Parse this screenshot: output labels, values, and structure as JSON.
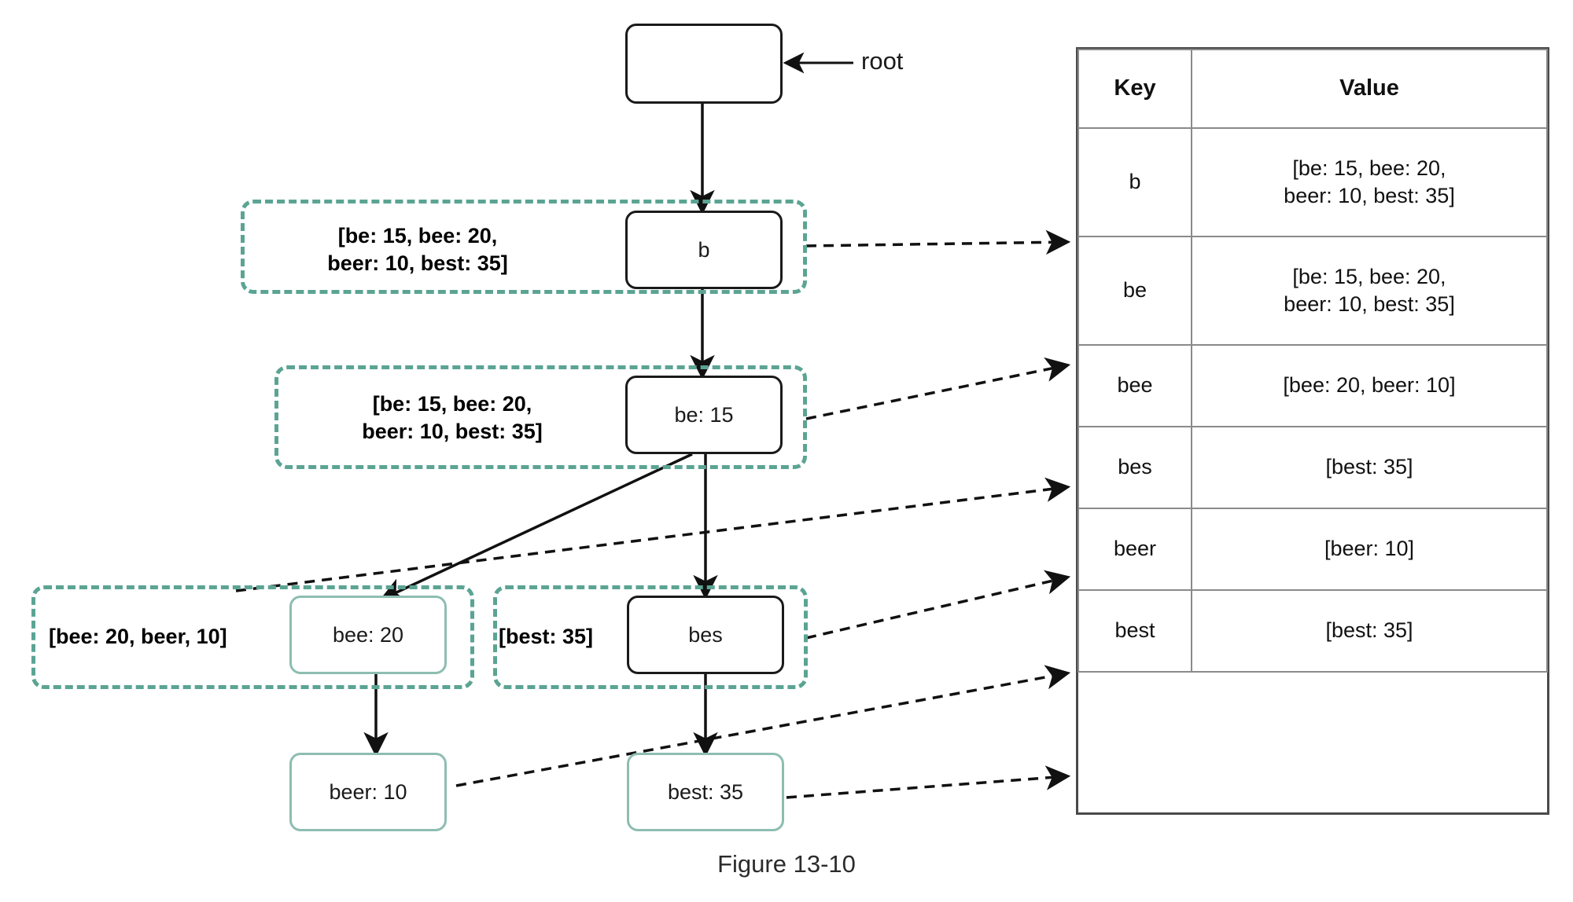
{
  "figure": {
    "caption": "Figure 13-10"
  },
  "tree": {
    "root_pointer_label": "root",
    "nodes": [
      {
        "id": "root",
        "label": ""
      },
      {
        "id": "b",
        "label": "b"
      },
      {
        "id": "be",
        "label": "be: 15"
      },
      {
        "id": "bee",
        "label": "bee: 20"
      },
      {
        "id": "bes",
        "label": "bes"
      },
      {
        "id": "beer",
        "label": "beer: 10"
      },
      {
        "id": "best",
        "label": "best: 35"
      }
    ]
  },
  "annotations": [
    {
      "id": "ann-b",
      "text": "[be: 15, bee: 20,\nbeer: 10, best: 35]"
    },
    {
      "id": "ann-be",
      "text": "[be: 15, bee: 20,\nbeer: 10, best: 35]"
    },
    {
      "id": "ann-bee",
      "text": "[bee: 20, beer, 10]"
    },
    {
      "id": "ann-bes",
      "text": "[best: 35]"
    }
  ],
  "table": {
    "headers": [
      "Key",
      "Value"
    ],
    "rows": [
      {
        "key": "b",
        "value": "[be: 15, bee: 20,\nbeer: 10, best: 35]",
        "tall": true
      },
      {
        "key": "be",
        "value": "[be: 15, bee: 20,\nbeer: 10, best: 35]",
        "tall": true
      },
      {
        "key": "bee",
        "value": "[bee: 20, beer: 10]",
        "tall": false
      },
      {
        "key": "bes",
        "value": "[best: 35]",
        "tall": false
      },
      {
        "key": "beer",
        "value": "[beer: 10]",
        "tall": false
      },
      {
        "key": "best",
        "value": "[best: 35]",
        "tall": false
      }
    ]
  },
  "colors": {
    "node_border": "#1a1a1a",
    "node_border_teal": "#8dbdb1",
    "group_dash": "#5ba493",
    "table_border": "#8a8a8a",
    "text": "#111111"
  }
}
